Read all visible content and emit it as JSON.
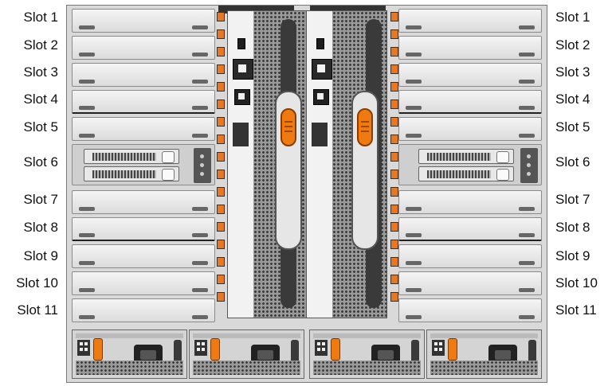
{
  "left_slot_labels": [
    "Slot 1",
    "Slot 2",
    "Slot 3",
    "Slot 4",
    "Slot 5",
    "Slot 6",
    "Slot 7",
    "Slot 8",
    "Slot 9",
    "Slot 10",
    "Slot 11"
  ],
  "right_slot_labels": [
    "Slot 1",
    "Slot 2",
    "Slot 3",
    "Slot 4",
    "Slot 5",
    "Slot 6",
    "Slot 7",
    "Slot 8",
    "Slot 9",
    "Slot 10",
    "Slot 11"
  ],
  "controllers": [
    {
      "icon": "storage-controller-icon"
    },
    {
      "icon": "storage-controller-icon"
    }
  ],
  "power_supplies": [
    {
      "icon": "power-supply-icon"
    },
    {
      "icon": "power-supply-icon"
    },
    {
      "icon": "power-supply-icon"
    },
    {
      "icon": "power-supply-icon"
    }
  ],
  "colors": {
    "accent": "#f07a12",
    "chassis": "#d9d9d9",
    "text": "#111111"
  }
}
